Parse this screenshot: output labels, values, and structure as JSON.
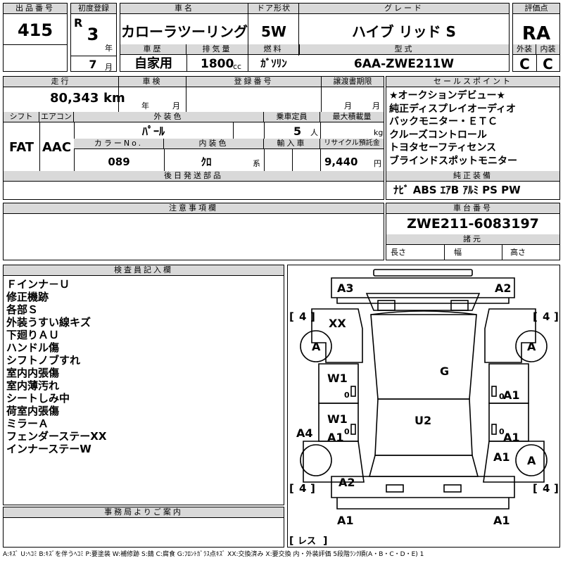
{
  "labels": {
    "lot_no": "出品番号",
    "first_reg": "初度登録",
    "car_name": "車名",
    "door": "ドア形状",
    "grade": "グレード",
    "score": "評価点",
    "history": "車歴",
    "displacement": "排気量",
    "fuel": "燃料",
    "model_code": "型式",
    "exterior": "外装",
    "interior": "内装",
    "mileage": "走行",
    "inspection": "車検",
    "reg_no": "登録番号",
    "transfer_deadline": "譲渡書期限",
    "sales_point": "セールスポイント",
    "shift": "シフト",
    "ac": "エアコン",
    "ext_color": "外装色",
    "capacity": "乗車定員",
    "max_load": "最大積載量",
    "color_no": "カラーNo.",
    "int_color": "内装色",
    "import": "輸入車",
    "recycle": "リサイクル預託金",
    "later_parts": "後日発送部品",
    "std_equipment": "純正装備",
    "notes": "注意事項欄",
    "chassis_no": "車台番号",
    "dimensions": "諸元",
    "length": "長さ",
    "width": "幅",
    "height": "高さ",
    "inspector": "検査員記入欄",
    "office": "事務局よりご案内",
    "year_unit": "年",
    "month_unit": "月",
    "cc_unit": "cc",
    "km_unit": "km",
    "year_s": "年",
    "month_s": "月",
    "people_unit": "人",
    "kg_unit": "kg",
    "kei": "系",
    "yen": "円"
  },
  "vehicle": {
    "lot_no": "415",
    "era": "R",
    "year": "3",
    "month": "7",
    "car_name": "カローラツーリング",
    "door": "5W",
    "grade": "ハイブ リッド  S",
    "score": "RA",
    "history": "自家用",
    "displacement": "1800",
    "fuel": "ｶﾞｿﾘﾝ",
    "model_code": "6AA-ZWE211W",
    "exterior_grade": "C",
    "interior_grade": "C",
    "mileage": "80,343",
    "shift": "FAT",
    "ac": "AAC",
    "ext_color": "ﾊﾟｰﾙ",
    "capacity": "5",
    "color_no": "089",
    "int_color": "ｸﾛ",
    "recycle": "9,440",
    "chassis_no": "ZWE211-6083197"
  },
  "sales_points": [
    "★オークションデビュー★",
    "純正ディスプレイオーディオ",
    "バックモニター・ＥＴＣ",
    "クルーズコントロール",
    "トヨタセーフティセンス",
    "ブラインドスポットモニター"
  ],
  "std_equipment_text": "ﾅﾋﾞ ABS ｴｱB ｱﾙﾐ PS PW",
  "inspector_notes": [
    "Ｆインナ－Ｕ",
    "修正機跡",
    "各部Ｓ",
    "外装うすい線キズ",
    "下廻りＡＵ",
    "ハンドル傷",
    "シフトノブすれ",
    "室内内張傷",
    "室内薄汚れ",
    "シートしみ中",
    "荷室内張傷",
    "ミラーＡ",
    "フェンダーステーXX",
    "インナーステーW"
  ],
  "diagram": {
    "tire_tl": "4",
    "tire_tr": "4",
    "tire_bl": "4",
    "tire_br": "4",
    "marks": {
      "front_left_corner": "A3",
      "front_right_corner": "A2",
      "hood_mark": "XX",
      "left_front_wheel": "A",
      "right_front_wheel": "A",
      "roof": "G",
      "left_front_door": "W1",
      "left_rear_door_w": "W1",
      "left_rear_door_a": "A1",
      "center": "U2",
      "right_front_door": "A1",
      "right_rear_door": "A1",
      "left_rear_quarter": "A4",
      "right_rear_quarter": "A1",
      "right_rear_wheel": "A",
      "rear_left": "A2",
      "rear_bumper_left": "A1",
      "rear_bumper_right": "A1",
      "door_num_left_1": "0",
      "door_num_left_2": "0",
      "door_num_right_1": "0",
      "door_num_right_2": "0"
    },
    "spare": "レス"
  },
  "legend": "A:ｷｽﾞ  U:ﾍｺﾐ  B:ｷｽﾞを伴うﾍｺﾐ  P:要塗装  W:補修跡  S:錆  C:腐食  G:ﾌﾛﾝﾄｶﾞﾗｽ点ｷｽﾞ  XX:交換済み  X:要交換   内・外装評価  5段階ﾗﾝｸ順(A・B・C・D・E)  1"
}
